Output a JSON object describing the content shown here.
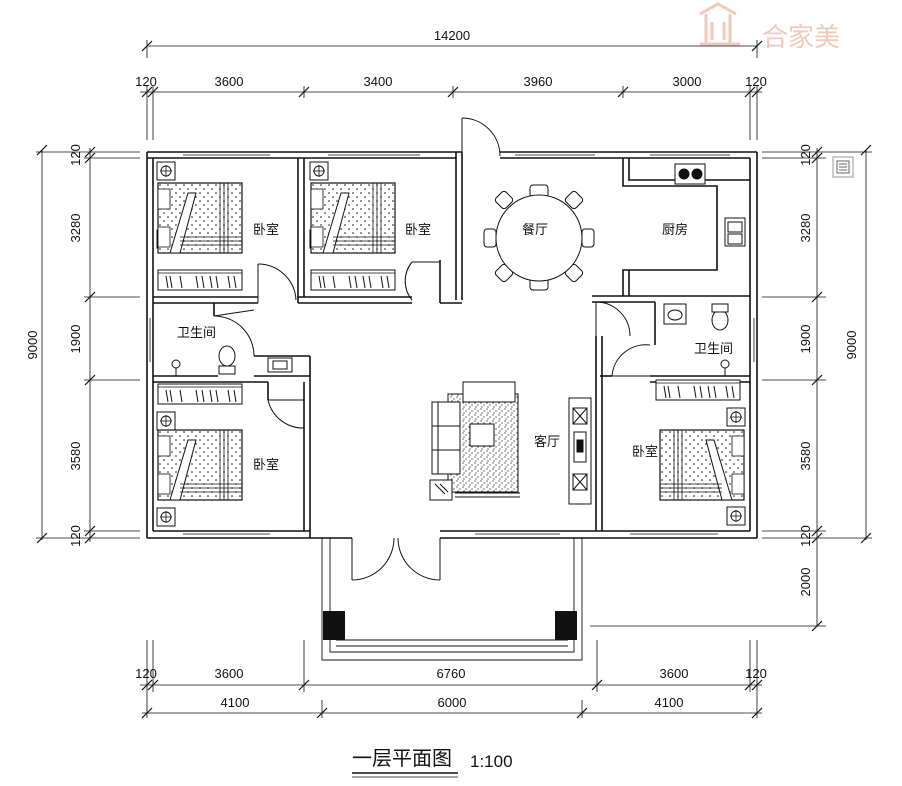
{
  "brand": {
    "name": "合家美"
  },
  "title": "一层平面图",
  "scale": "1:100",
  "dimensions": {
    "top_total": "14200",
    "top_segments": [
      "120",
      "3600",
      "3400",
      "3960",
      "3000",
      "120"
    ],
    "left_segments": [
      "120",
      "3280",
      "1900",
      "3580",
      "120"
    ],
    "left_total": "9000",
    "right_segments": [
      "120",
      "3280",
      "1900",
      "3580",
      "120",
      "2000"
    ],
    "right_total": "9000",
    "bottom_row1": [
      "120",
      "3600",
      "6760",
      "3600",
      "120"
    ],
    "bottom_row2": [
      "4100",
      "6000",
      "4100"
    ]
  },
  "rooms": {
    "bedroom_nw": "卧室",
    "bedroom_n": "卧室",
    "dining": "餐厅",
    "kitchen": "厨房",
    "bath_w": "卫生间",
    "bath_e": "卫生间",
    "living": "客厅",
    "bedroom_sw": "卧室",
    "bedroom_e": "卧室"
  }
}
